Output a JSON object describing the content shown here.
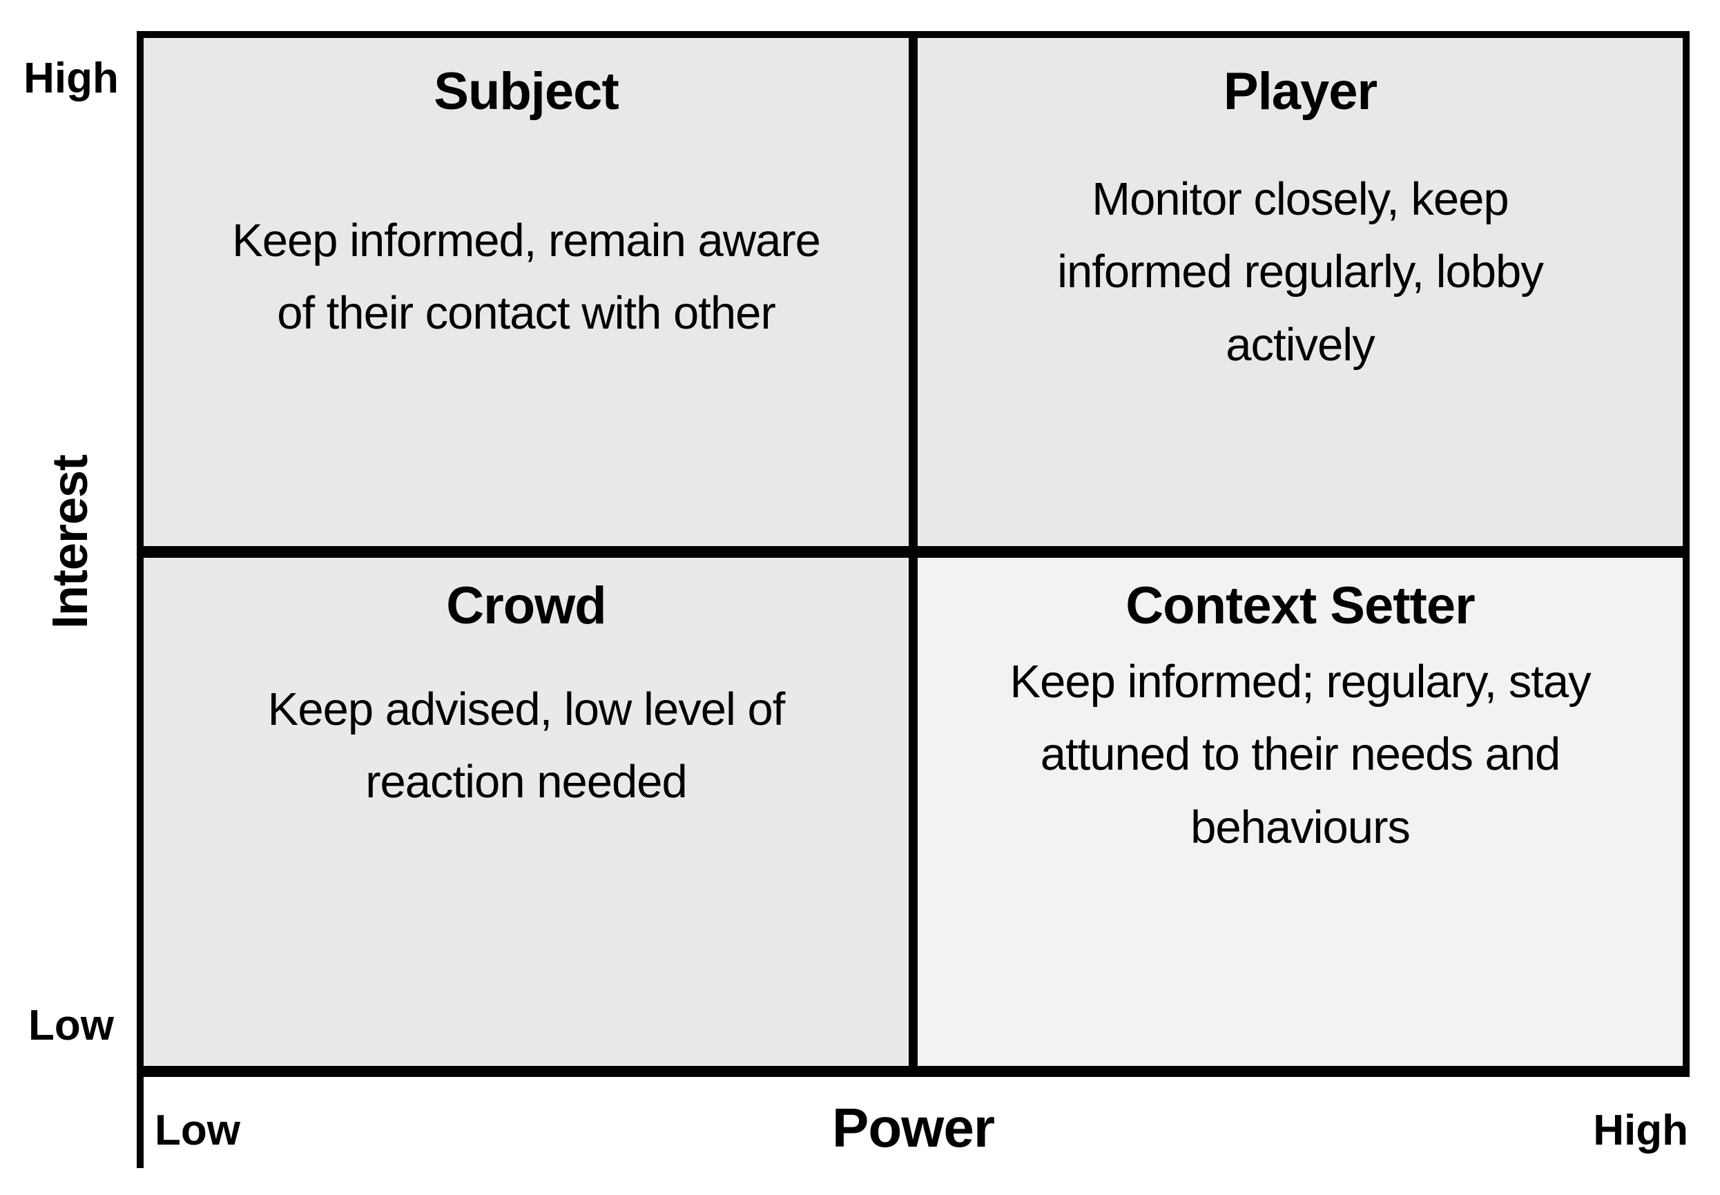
{
  "diagram": {
    "type": "2x2-matrix",
    "quadrants": {
      "subject": {
        "title": "Subject",
        "lines": [
          "Keep informed, remain aware",
          "of their contact with other"
        ]
      },
      "player": {
        "title": "Player",
        "lines": [
          "Monitor closely, keep",
          "informed regularly, lobby",
          "actively"
        ]
      },
      "crowd": {
        "title": "Crowd",
        "lines": [
          "Keep advised, low level of",
          "reaction needed"
        ]
      },
      "context_setter": {
        "title": "Context Setter",
        "lines": [
          "Keep informed; regulary, stay",
          "attuned to their needs and",
          "behaviours"
        ]
      }
    },
    "axes": {
      "y": {
        "label": "Interest",
        "high": "High",
        "low": "Low"
      },
      "x": {
        "label": "Power",
        "low": "Low",
        "high": "High"
      }
    },
    "colors": {
      "quadrant_subject": "#e8e8e8",
      "quadrant_player": "#e8e8e8",
      "quadrant_crowd": "#e9e9e9",
      "quadrant_context_setter": "#f2f2f2",
      "line": "#000000",
      "text": "#000000",
      "background": "#ffffff"
    }
  }
}
